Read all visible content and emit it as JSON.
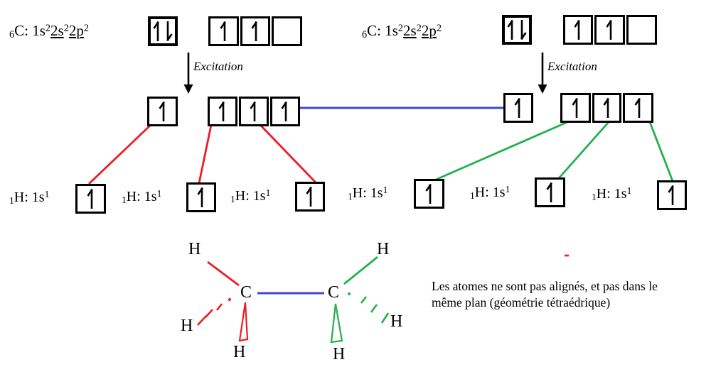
{
  "colors": {
    "bond_red": "#ed1c24",
    "bond_green": "#22b14c",
    "bond_blue": "#4447cf",
    "ink": "#000000"
  },
  "carbon_label": {
    "sub": "6",
    "base": "C: 1s",
    "sup1": "2",
    "u1": "2s",
    "sup2": "2",
    "u2": "2p",
    "sup3": "2"
  },
  "excitation": {
    "label": "Excitation"
  },
  "hydrogen_label": {
    "sub": "1",
    "base": "H: 1s",
    "sup": "1"
  },
  "orbitals": {
    "ground_s": "paired",
    "ground_p": [
      "up",
      "up",
      "empty"
    ],
    "excited_s": "up",
    "excited_p": [
      "up",
      "up",
      "up"
    ],
    "hydrogen": "up"
  },
  "molecule": {
    "carbon": "C",
    "hydrogen": "H"
  },
  "caption": {
    "line1": "Les atomes ne sont pas alignés, et pas dans le",
    "line2": "même plan (géométrie tétraédrique)"
  }
}
